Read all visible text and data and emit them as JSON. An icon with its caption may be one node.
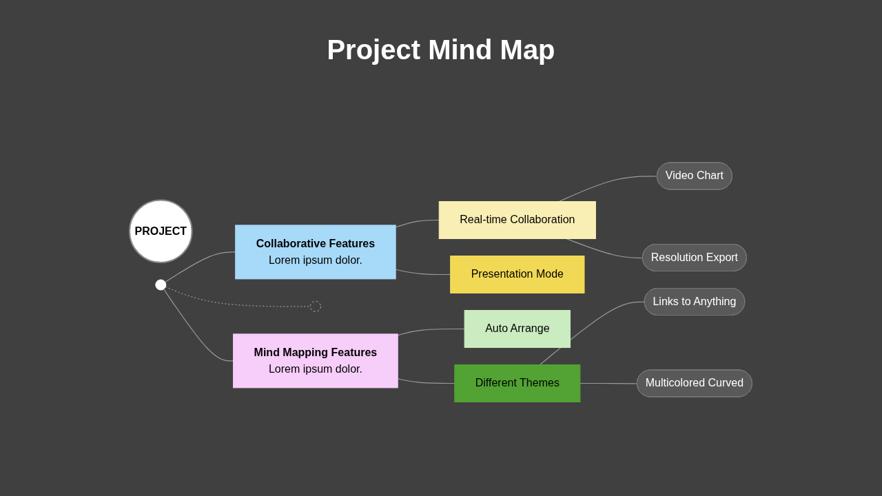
{
  "diagram": {
    "title": "Project Mind Map",
    "nodes": [
      {
        "text": [
          "PROJECT"
        ]
      },
      {
        "text": [],
        "shape": "circle"
      },
      {
        "text": [
          "Collaborative Features",
          "Lorem ipsum dolor."
        ]
      },
      {
        "text": [
          "Real-time Collaboration"
        ]
      },
      {
        "text": [
          "Presentation Mode"
        ]
      },
      {
        "text": [
          "Video Chart"
        ]
      },
      {
        "text": [
          "Resolution Export"
        ]
      },
      {
        "text": [],
        "shape": "circle"
      },
      {
        "text": [
          "Mind Mapping Features",
          "Lorem ipsum dolor."
        ]
      },
      {
        "text": [
          "Auto Arrange"
        ]
      },
      {
        "text": [
          "Different Themes"
        ]
      },
      {
        "text": [
          "Links to Anything"
        ]
      },
      {
        "text": [
          "Multicolored Curved"
        ]
      }
    ],
    "edges": [
      {
        "from": 1,
        "to": 2,
        "arrow": "none"
      },
      {
        "from": 1,
        "to": 7,
        "arrow": "none",
        "style": "dashed"
      },
      {
        "from": 1,
        "to": 8,
        "arrow": "none"
      },
      {
        "from": 2,
        "to": 3,
        "arrow": "none"
      },
      {
        "from": 2,
        "to": 4,
        "arrow": "none"
      },
      {
        "from": 3,
        "to": 5,
        "arrow": "none"
      },
      {
        "from": 3,
        "to": 6,
        "arrow": "none"
      },
      {
        "from": 8,
        "to": 9,
        "arrow": "none"
      },
      {
        "from": 8,
        "to": 10,
        "arrow": "none"
      },
      {
        "from": 10,
        "to": 11,
        "arrow": "none"
      },
      {
        "from": 10,
        "to": 12,
        "arrow": "none"
      }
    ]
  }
}
